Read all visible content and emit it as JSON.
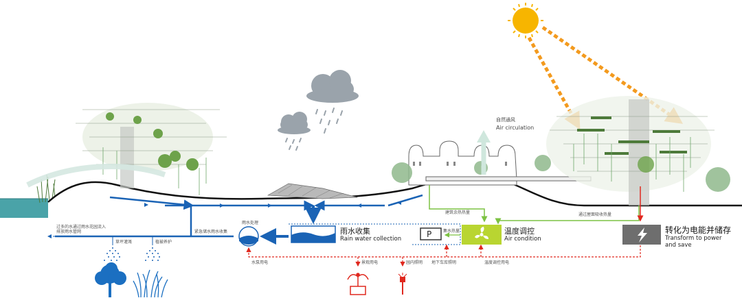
{
  "labels": {
    "natural_ventilation_cn": "自然通风",
    "air_circulation_en": "Air circulation",
    "rain_collection_cn": "雨水收集",
    "rain_collection_en": "Rain water collection",
    "temp_control_cn": "温度调控",
    "temp_control_en": "Air condition",
    "transform_cn": "转化为电能并储存",
    "transform_en_1": "Transform to power",
    "transform_en_2": "and save",
    "purify_cn": "雨水处理",
    "building_heat_cn": "建筑余热热量",
    "solar_heat_cn": "通过屋面吸收热量",
    "absorb_cn": "紧急储水雨水收集",
    "overflow_note_1": "过多的水通过雨水花园流入",
    "overflow_note_2": "排放雨水管网",
    "lawn_irrigation_cn": "草坪灌溉",
    "plant_care_cn": "植被养护",
    "collect_heat_cn": "集水热量",
    "pump_power_cn": "水泵用电",
    "landscape_power_cn": "景观用电",
    "garden_power_cn": "园内照明",
    "garage_power_cn": "地下车库照明",
    "temp_power_cn": "温度调控用电",
    "parking_icon": "P",
    "power_icon": "lightning-bolt-icon"
  },
  "colors": {
    "blue": "#1a63b5",
    "green": "#7cc242",
    "red": "#e0281e",
    "orange": "#f39a1e",
    "sun": "#f7b500",
    "cloud": "#9aa3ab",
    "water": "#4aa3a8",
    "tree_blue": "#1b6fc1",
    "ac_box": "#b9d531",
    "power_box": "#6e6e6e"
  }
}
